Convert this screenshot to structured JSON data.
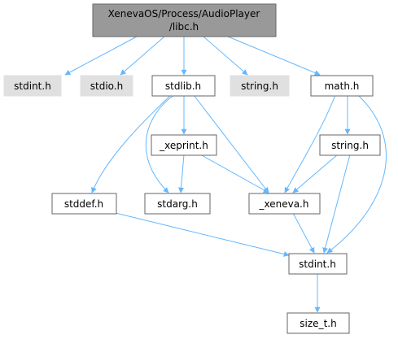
{
  "root": {
    "line1": "XenevaOS/Process/AudioPlayer",
    "line2": "/libc.h"
  },
  "nodes": {
    "stdint_top": "stdint.h",
    "stdio": "stdio.h",
    "stdlib": "stdlib.h",
    "string_top": "string.h",
    "math": "math.h",
    "xeprint": "_xeprint.h",
    "string_inner": "string.h",
    "stddef": "stddef.h",
    "stdarg": "stdarg.h",
    "xeneva": "_xeneva.h",
    "stdint": "stdint.h",
    "size_t": "size_t.h"
  },
  "colors": {
    "root_fill": "#999999",
    "external_fill": "#e0e0e0",
    "internal_fill": "#ffffff",
    "border": "#666666",
    "edge": "#63b8ff"
  }
}
